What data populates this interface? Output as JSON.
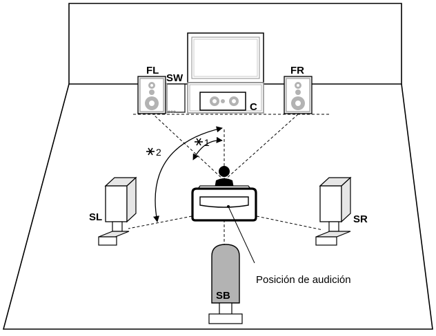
{
  "speakers": {
    "fl": "FL",
    "sw": "SW",
    "c": "C",
    "fr": "FR",
    "sl": "SL",
    "sr": "SR",
    "sb": "SB"
  },
  "angles": {
    "a1": "1",
    "a2": "2"
  },
  "caption": "Posición de audición",
  "colors": {
    "speaker_gray": "#b3b3b3",
    "speaker_light": "#e6e6e6",
    "line": "#000000",
    "background": "#ffffff"
  }
}
